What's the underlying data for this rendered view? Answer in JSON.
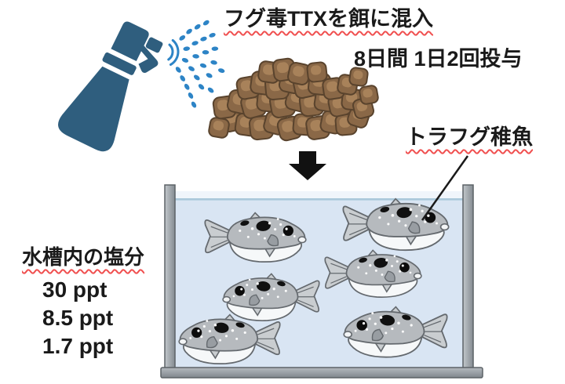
{
  "title": "フグ毒TTXを餌に混入",
  "dosage": "8日間 1日2回投与",
  "fish_label": "トラフグ稚魚",
  "salinity": {
    "title": "水槽内の塩分",
    "values": [
      "30 ppt",
      "8.5 ppt",
      "1.7 ppt"
    ]
  },
  "fish_count": 6,
  "icons": {
    "spray_bottle": "spray-bottle-icon",
    "spray_droplets": "spray-droplets",
    "feed_pellets": "feed-pellet-pile",
    "down_arrow": "down-arrow-icon",
    "aquarium": "aquarium-tank",
    "pufferfish": "pufferfish"
  },
  "colors": {
    "text": "#1a1a1a",
    "red": "#f05050",
    "bottle": "#2f5e7e",
    "droplet": "#2d84c6",
    "pellet": "#8a6847",
    "pellet_dark": "#59432d",
    "pellet_light": "#ab855c",
    "arrow": "#111111",
    "line": "#1a1a1a",
    "water": "#d9e5f3",
    "water_top": "#f0f5fb",
    "water_line": "#aac8da",
    "frame": "#9199a0",
    "frame_dark": "#5c6267",
    "fish_body": "#b6babe",
    "fish_light": "#c9cdd0",
    "fish_belly": "#f6f8f9",
    "fish_outline": "#64696e"
  }
}
